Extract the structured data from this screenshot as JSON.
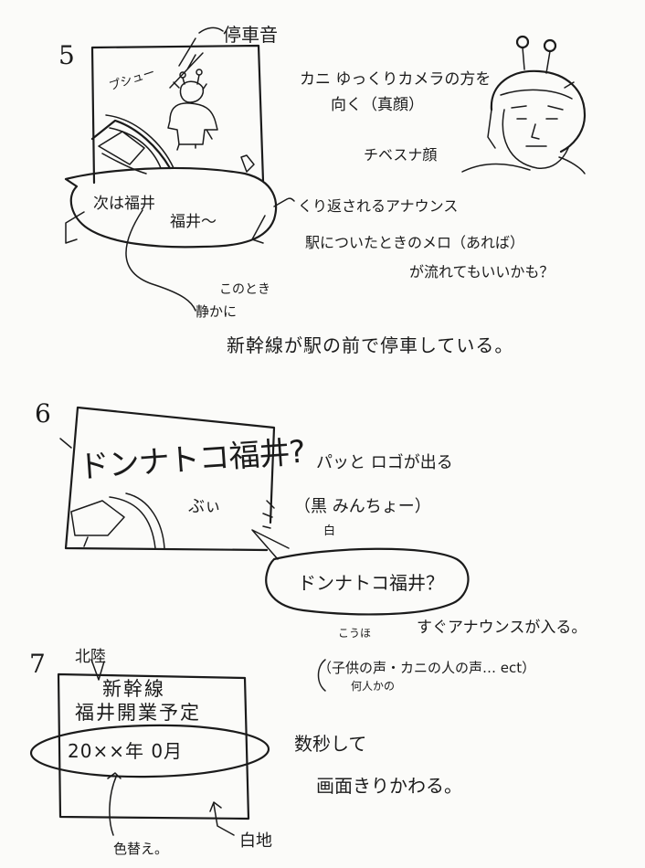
{
  "panel5": {
    "number": "5",
    "label_teishaon": "停車音",
    "label_pushu": "プシュー",
    "note_kani_line1": "カニ ゆっくりカメラの方を",
    "note_kani_line2": "向く（真顔）",
    "note_pose": "チベスナ顔",
    "bubble_line1": "次は福井",
    "bubble_line2": "福井〜",
    "note_announce": "くり返されるアナウンス",
    "note_melody_line1": "駅についたときのメロ（あれば）",
    "note_melody_line2": "が流れてもいいかも？",
    "note_kono_toki": "このとき",
    "note_shizuka": "静かに",
    "note_shinkansen": "新幹線が駅の前で停車している。"
  },
  "panel6": {
    "number": "6",
    "logo_text": "ドンナトコ福井?",
    "sound_text": "ぶぃ",
    "note_logo": "パッと ロゴが出る",
    "note_colors": "（黒 みんちょー）",
    "note_white": "白",
    "bubble_text": "ドンナトコ福井？",
    "note_kouho": "こうほ",
    "note_announce_line": "すぐアナウンスが入る。",
    "note_voices_line": "（子供の声・カニの人の声… ect）",
    "note_nanninka": "何人かの"
  },
  "panel7": {
    "number": "7",
    "label_hokuriku": "北陸",
    "screen_line1": "新幹線",
    "screen_line2": "福井開業予定",
    "screen_date": "20××年 0月",
    "note_seconds": "数秒して",
    "note_switch": "画面きりかわる。",
    "note_shiroji": "白地",
    "note_irokae": "色替え。"
  }
}
